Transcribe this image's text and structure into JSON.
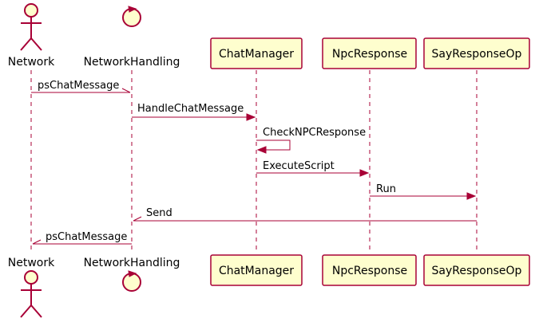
{
  "participants": {
    "network": {
      "name": "Network",
      "kind": "actor"
    },
    "network_handling": {
      "name": "NetworkHandling",
      "kind": "control"
    },
    "chat_manager": {
      "name": "ChatManager",
      "kind": "participant"
    },
    "npc_response": {
      "name": "NpcResponse",
      "kind": "participant"
    },
    "say_response_op": {
      "name": "SayResponseOp",
      "kind": "participant"
    }
  },
  "messages": [
    {
      "from": "Network",
      "to": "NetworkHandling",
      "label": "psChatMessage",
      "style": "async"
    },
    {
      "from": "NetworkHandling",
      "to": "ChatManager",
      "label": "HandleChatMessage",
      "style": "sync"
    },
    {
      "from": "ChatManager",
      "to": "ChatManager",
      "label": "CheckNPCResponse",
      "style": "self"
    },
    {
      "from": "ChatManager",
      "to": "NpcResponse",
      "label": "ExecuteScript",
      "style": "sync"
    },
    {
      "from": "NpcResponse",
      "to": "SayResponseOp",
      "label": "Run",
      "style": "sync"
    },
    {
      "from": "SayResponseOp",
      "to": "NetworkHandling",
      "label": "Send",
      "style": "async"
    },
    {
      "from": "NetworkHandling",
      "to": "Network",
      "label": "psChatMessage",
      "style": "async"
    }
  ],
  "colors": {
    "line": "#a80036",
    "box_fill": "#fefece",
    "background": "#ffffff"
  }
}
